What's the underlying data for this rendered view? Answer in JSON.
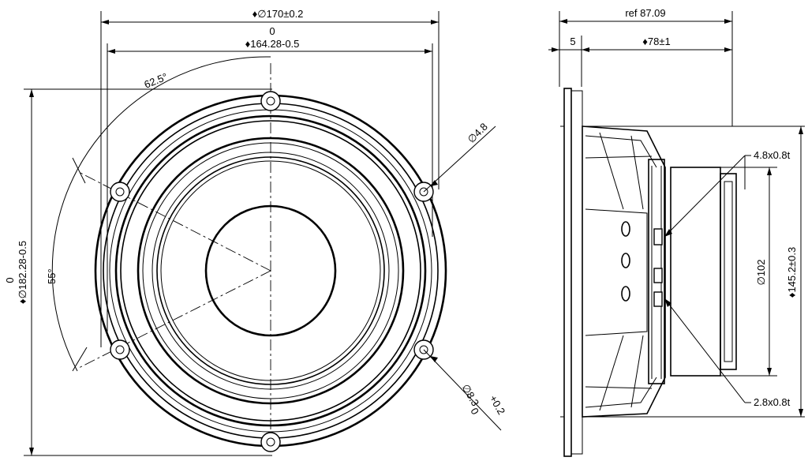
{
  "front_view": {
    "dim_outer_diameter": "♦∅170±0.2",
    "dim_cutout_tol_upper": "0",
    "dim_cutout": "♦164.28-0.5",
    "dim_vertical_tol_upper": "0",
    "dim_vertical": "♦∅182.28-0.5",
    "angle_top": "62.5°",
    "angle_left": "55°",
    "hole_small": "∅4.8",
    "hole_large": "∅8.3",
    "hole_large_tol_upper": "+0.2",
    "hole_large_tol_lower": "0"
  },
  "side_view": {
    "dim_ref_depth": "ref 87.09",
    "dim_flange": "5",
    "dim_depth": "♦78±1",
    "terminal_top": "4.8x0.8t",
    "terminal_bottom": "2.8x0.8t",
    "dim_magnet": "∅102",
    "dim_basket": "♦145.2±0.3"
  }
}
